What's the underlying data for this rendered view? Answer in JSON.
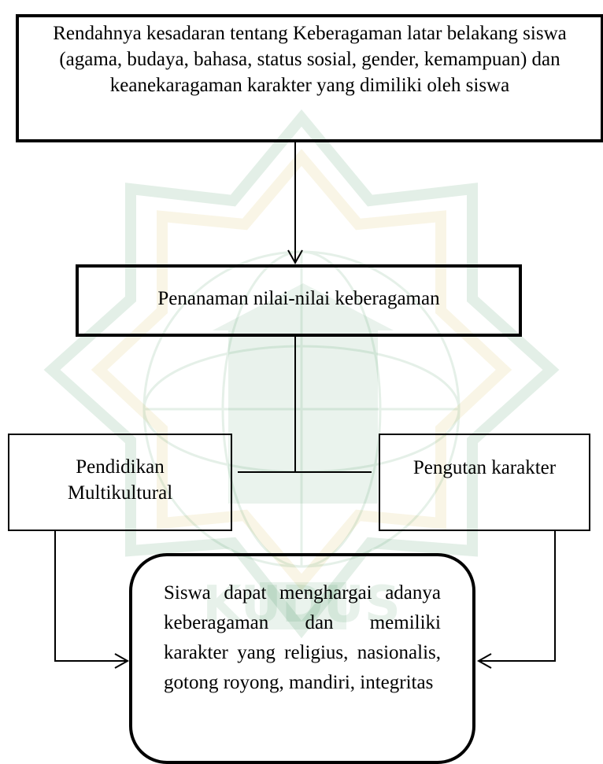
{
  "nodes": {
    "problem": "Rendahnya kesadaran tentang Keberagaman latar belakang siswa (agama, budaya, bahasa, status sosial, gender, kemampuan) dan keanekaragaman karakter yang dimiliki oleh siswa",
    "instillation": "Penanaman nilai-nilai keberagaman",
    "multicultural_line1": "Pendidikan",
    "multicultural_line2": "Multikultural",
    "character": "Pengutan karakter",
    "outcome": "Siswa dapat menghargai adanya keberagaman dan memiliki karakter yang religius, nasionalis, gotong royong, mandiri, integritas"
  },
  "colors": {
    "ink": "#000000",
    "watermark_green": "#2f8a4c",
    "watermark_gold": "#d9b84a"
  }
}
